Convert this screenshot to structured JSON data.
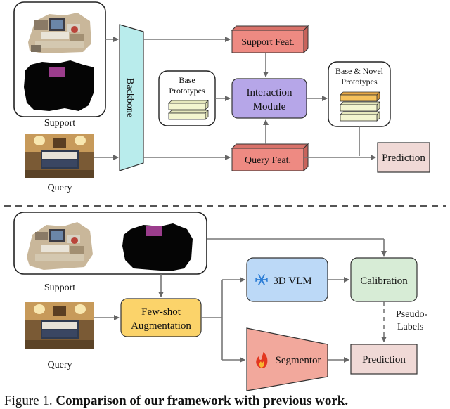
{
  "top": {
    "support_label": "Support",
    "query_label": "Query",
    "backbone": "Backbone",
    "support_feat": "Support Feat.",
    "query_feat": "Query Feat.",
    "base_prototypes": [
      "Base",
      "Prototypes"
    ],
    "interaction_module": [
      "Interaction",
      "Module"
    ],
    "base_novel_prototypes": [
      "Base & Novel",
      "Prototypes"
    ],
    "prediction": "Prediction"
  },
  "bottom": {
    "support_label": "Support",
    "query_label": "Query",
    "augmentation": [
      "Few-shot",
      "Augmentation"
    ],
    "vlm": "3D VLM",
    "calibration": "Calibration",
    "pseudo_labels": [
      "Pseudo-",
      "Labels"
    ],
    "segmentor": "Segmentor",
    "prediction": "Prediction"
  },
  "caption": {
    "prefix": "Figure 1.",
    "bold": "Comparison of our framework with previous work."
  },
  "icons": {
    "vlm_icon": "snowflake-icon",
    "segmentor_icon": "fire-icon"
  },
  "colors": {
    "backbone": "#b9ecec",
    "feat": "#ee8a82",
    "interaction": "#b6a6e8",
    "calibration": "#d7ecd6",
    "prediction": "#f0d9d6",
    "augmentation": "#fbd36a",
    "vlm": "#bcd9f7",
    "segmentor": "#f2a89c",
    "prototype_base": "#f3f5cf",
    "prototype_novel": "#f5c15c"
  }
}
